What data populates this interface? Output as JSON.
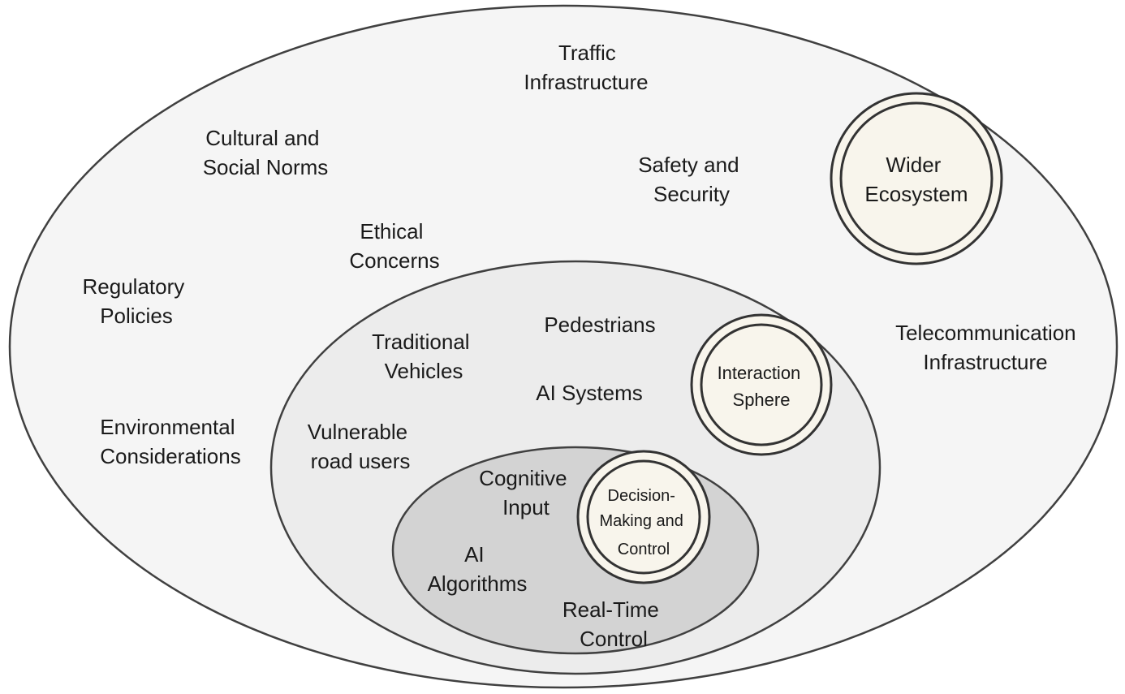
{
  "colors": {
    "outer_fill": "#f5f5f5",
    "middle_fill": "#ececec",
    "inner_fill": "#d3d3d3",
    "badge_fill": "#f8f5ec",
    "stroke": "#404040"
  },
  "outer": {
    "labels": {
      "traffic_1": "Traffic",
      "traffic_2": "Infrastructure",
      "cultural_1": "Cultural and",
      "cultural_2": "Social Norms",
      "safety_1": "Safety and",
      "safety_2": "Security",
      "ethical_1": "Ethical",
      "ethical_2": "Concerns",
      "regulatory_1": "Regulatory",
      "regulatory_2": "Policies",
      "telecom_1": "Telecommunication",
      "telecom_2": "Infrastructure",
      "environmental_1": "Environmental",
      "environmental_2": "Considerations"
    },
    "badge_1": "Wider",
    "badge_2": "Ecosystem"
  },
  "middle": {
    "labels": {
      "pedestrians": "Pedestrians",
      "traditional_1": "Traditional",
      "traditional_2": "Vehicles",
      "ai_systems": "AI Systems",
      "vulnerable_1": "Vulnerable",
      "vulnerable_2": "road users"
    },
    "badge_1": "Interaction",
    "badge_2": "Sphere"
  },
  "inner": {
    "labels": {
      "cognitive_1": "Cognitive",
      "cognitive_2": "Input",
      "ai_algorithms_1": "AI",
      "ai_algorithms_2": "Algorithms",
      "realtime_1": "Real-Time",
      "realtime_2": "Control"
    },
    "badge_1": "Decision-",
    "badge_2": "Making and",
    "badge_3": "Control"
  }
}
